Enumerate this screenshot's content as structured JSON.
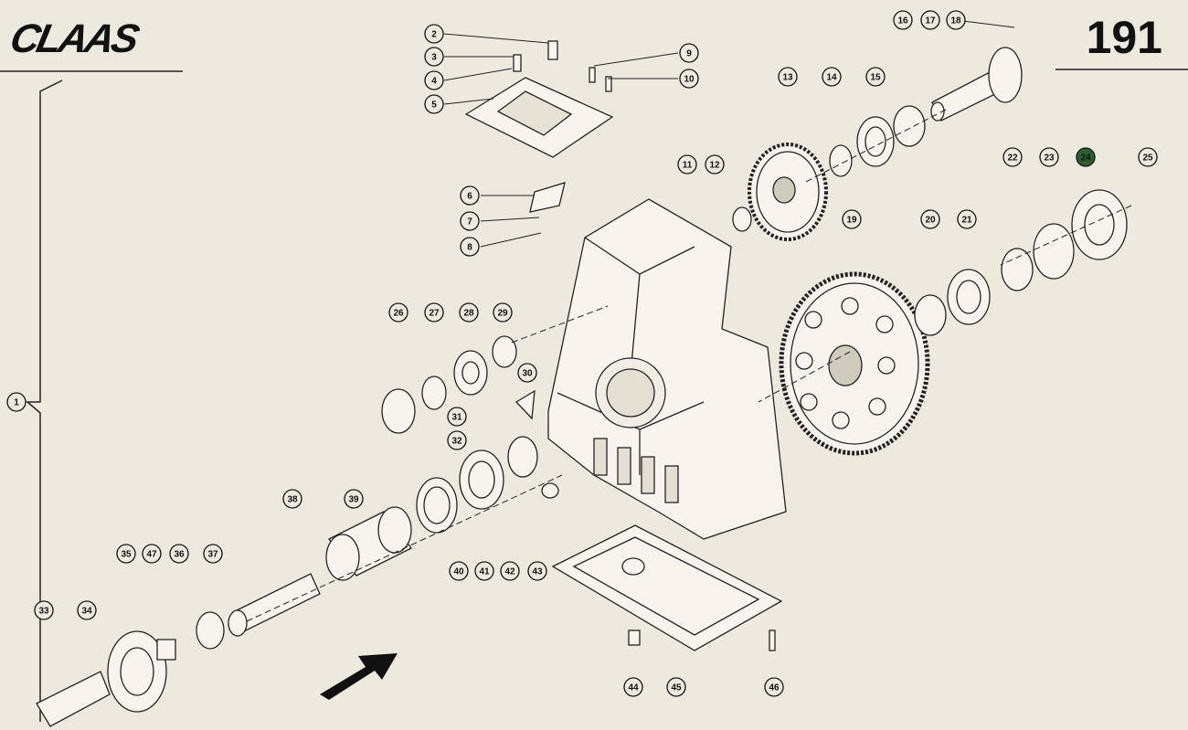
{
  "header": {
    "brand": "CLAAS",
    "page_number": "191"
  },
  "colors": {
    "background": "#eceadf",
    "ink": "#111111",
    "highlight": "#2c5f2d"
  },
  "callouts": [
    "1",
    "2",
    "3",
    "4",
    "5",
    "6",
    "7",
    "8",
    "9",
    "10",
    "11",
    "12",
    "13",
    "14",
    "15",
    "16",
    "17",
    "18",
    "19",
    "20",
    "21",
    "22",
    "23",
    "24",
    "25",
    "26",
    "27",
    "28",
    "29",
    "30",
    "31",
    "32",
    "33",
    "34",
    "35",
    "36",
    "37",
    "38",
    "39",
    "40",
    "41",
    "42",
    "43",
    "44",
    "45",
    "46",
    "47"
  ],
  "highlighted_callout": "24",
  "direction_arrow": "arrow-icon"
}
